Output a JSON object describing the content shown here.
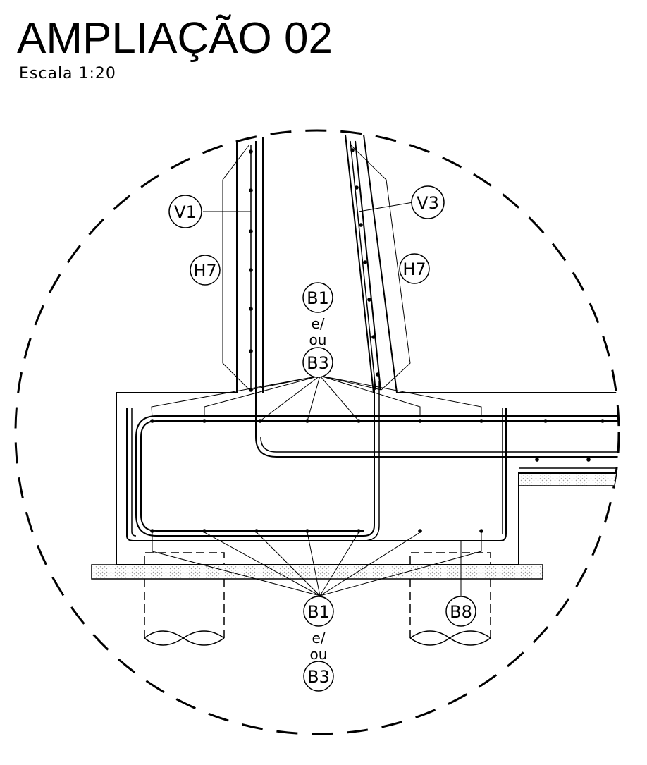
{
  "header": {
    "title": "AMPLIAÇÃO 02",
    "scale": "Escala  1:20"
  },
  "tags": {
    "v1": "V1",
    "v3": "V3",
    "h7_left": "H7",
    "h7_right": "H7",
    "b1_top": "B1",
    "b3_top": "B3",
    "b1_bottom": "B1",
    "b3_bottom": "B3",
    "b8": "B8"
  },
  "connectors": {
    "top_e": "e/",
    "top_ou": "ou",
    "bottom_e": "e/",
    "bottom_ou": "ou"
  },
  "colors": {
    "line": "#000000",
    "hatch": "#bdbdbd"
  }
}
